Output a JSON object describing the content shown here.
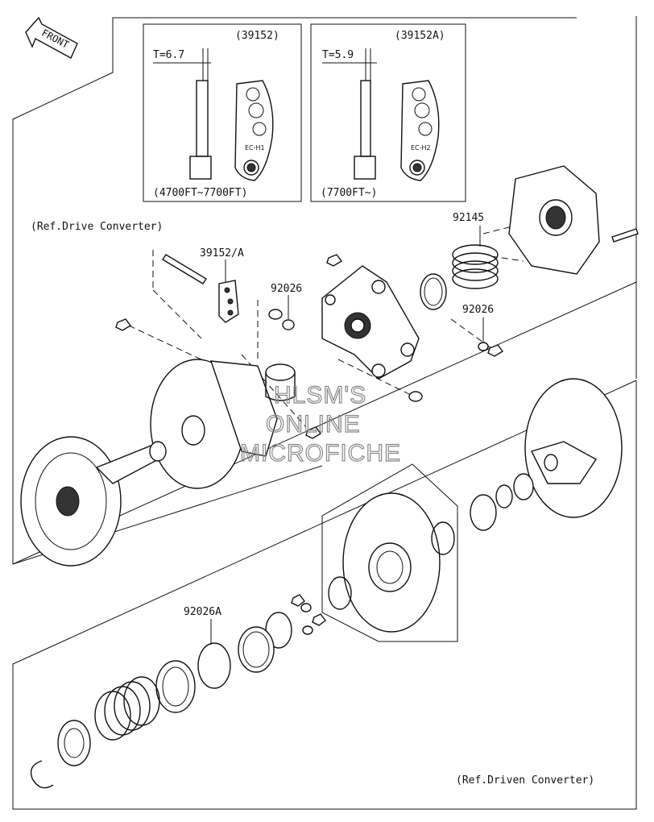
{
  "front_label": "FRONT",
  "ref_drive": "(Ref.Drive Converter)",
  "ref_driven": "(Ref.Driven Converter)",
  "inset1": {
    "code": "(39152)",
    "thickness": "T=6.7",
    "mark": "EC-H1",
    "range": "(4700FT~7700FT)"
  },
  "inset2": {
    "code": "(39152A)",
    "thickness": "T=5.9",
    "mark": "EC-H2",
    "range": "(7700FT~)"
  },
  "callouts": {
    "c39152a": "39152/A",
    "c92026_left": "92026",
    "c92026_right": "92026",
    "c92145": "92145",
    "c92026a": "92026A"
  },
  "watermark": [
    "HLSM'S",
    "ONLINE",
    "MICROFICHE"
  ]
}
